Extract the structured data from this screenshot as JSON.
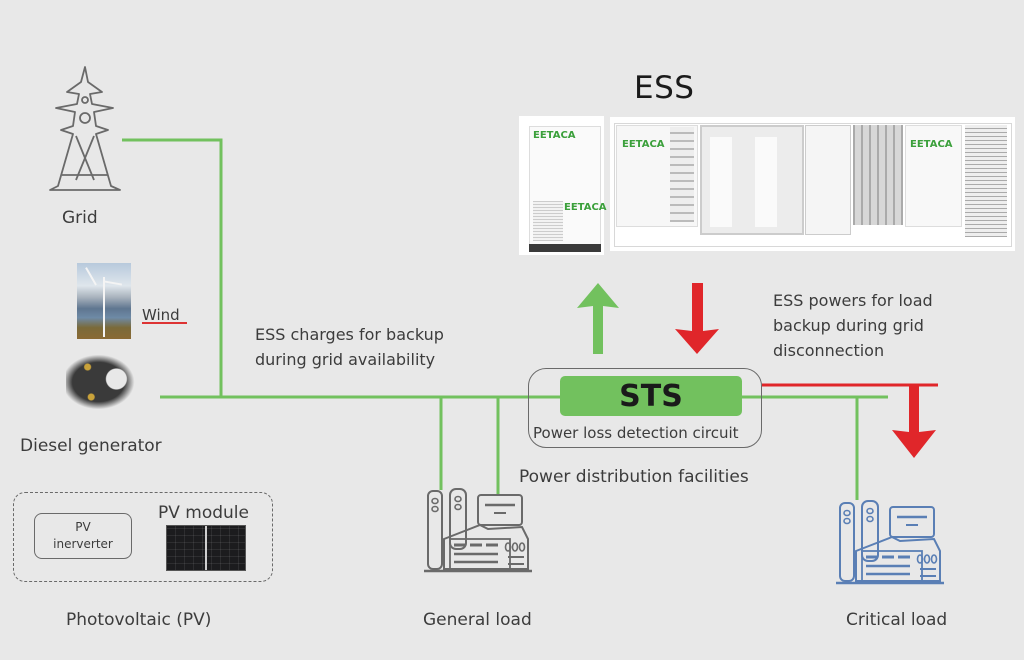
{
  "colors": {
    "background": "#e8e8e8",
    "line_green": "#72c15e",
    "arrow_red": "#e0262a",
    "icon_gray": "#6a6a6a",
    "icon_blue": "#5a7fb5",
    "sts_fill": "#72c15e"
  },
  "sources": {
    "grid": {
      "label": "Grid",
      "icon": "transmission-tower-icon"
    },
    "wind": {
      "label": "Wind",
      "icon": "wind-turbine-photo"
    },
    "diesel": {
      "label": "Diesel generator",
      "icon": "diesel-engine-photo"
    },
    "pv": {
      "group_label": "Photovoltaic (PV)",
      "inverter_line1": "PV",
      "inverter_line2": "inerverter",
      "module_label": "PV module"
    }
  },
  "ess": {
    "title": "ESS",
    "brand": "EETACA",
    "charge_note": "ESS charges for backup\nduring grid availability",
    "discharge_note": "ESS powers for load\nbackup during grid\ndisconnection",
    "charge_arrow": "arrow-up",
    "discharge_arrow": "arrow-down"
  },
  "sts": {
    "label": "STS",
    "sublabel": "Power loss detection circuit",
    "facility_label": "Power distribution facilities"
  },
  "loads": {
    "general": {
      "label": "General load",
      "icon": "factory-icon"
    },
    "critical": {
      "label": "Critical load",
      "icon": "factory-icon"
    }
  }
}
